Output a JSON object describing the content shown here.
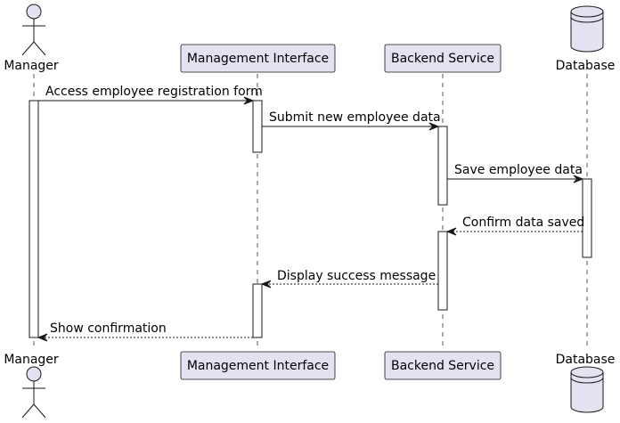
{
  "participants": {
    "manager": {
      "label": "Manager",
      "kind": "actor"
    },
    "ui": {
      "label": "Management Interface",
      "kind": "participant"
    },
    "backend": {
      "label": "Backend Service",
      "kind": "participant"
    },
    "db": {
      "label": "Database",
      "kind": "database"
    }
  },
  "messages": [
    {
      "from": "manager",
      "to": "ui",
      "label": "Access employee registration form",
      "style": "solid"
    },
    {
      "from": "ui",
      "to": "backend",
      "label": "Submit new employee data",
      "style": "solid"
    },
    {
      "from": "backend",
      "to": "db",
      "label": "Save employee data",
      "style": "solid"
    },
    {
      "from": "db",
      "to": "backend",
      "label": "Confirm data saved",
      "style": "dashed"
    },
    {
      "from": "backend",
      "to": "ui",
      "label": "Display success message",
      "style": "dashed"
    },
    {
      "from": "ui",
      "to": "manager",
      "label": "Show confirmation",
      "style": "dashed"
    }
  ],
  "colors": {
    "participant_fill": "#E2E2F0",
    "border": "#181818"
  }
}
